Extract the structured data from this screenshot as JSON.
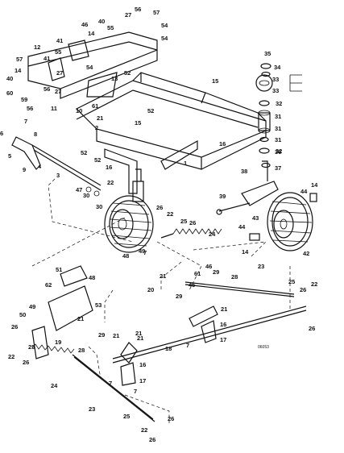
{
  "drawing_code": "06053",
  "callouts": [
    "1",
    "2",
    "3",
    "4",
    "5",
    "6",
    "7",
    "8",
    "9",
    "10",
    "11",
    "12",
    "13",
    "14",
    "15",
    "16",
    "17",
    "18",
    "19",
    "20",
    "21",
    "22",
    "23",
    "24",
    "25",
    "26",
    "27",
    "28",
    "29",
    "30",
    "31",
    "32",
    "33",
    "34",
    "35",
    "36",
    "37",
    "38",
    "39",
    "40",
    "41",
    "42",
    "43",
    "44",
    "45",
    "46",
    "47",
    "48",
    "49",
    "50",
    "51",
    "52",
    "53",
    "54",
    "55",
    "56",
    "57",
    "59",
    "60",
    "61",
    "62"
  ]
}
